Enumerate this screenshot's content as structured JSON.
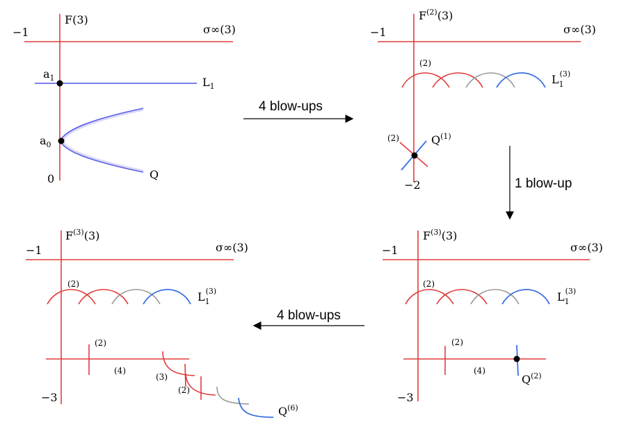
{
  "colors": {
    "red": "#e23a3a",
    "blue": "#3a6fe0",
    "violet": "#4f56e6",
    "gray": "#9a9a9a",
    "black": "#000000"
  },
  "panel1": {
    "F_label": "F(3)",
    "sigma_label": "σ∞(3)",
    "minus1": "−1",
    "a1": "a",
    "a1_sub": "1",
    "L1": "L",
    "L1_sub": "1",
    "a0": "a",
    "a0_sub": "0",
    "Q": "Q",
    "zero": "0"
  },
  "panel2": {
    "F_label": "F",
    "F_sup": "(2)",
    "F_arg": "(3)",
    "sigma_label": "σ∞(3)",
    "minus1": "−1",
    "mult": "(2)",
    "L1": "L",
    "L1_sub": "1",
    "L1_sup": "(3)",
    "Q": "Q",
    "Q_sup": "(1)",
    "mult_q": "(2)",
    "minus2": "−2"
  },
  "panel3": {
    "F_label": "F",
    "F_sup": "(3)",
    "F_arg": "(3)",
    "sigma_label": "σ∞(3)",
    "minus1": "−1",
    "mult": "(2)",
    "L1": "L",
    "L1_sub": "1",
    "L1_sup": "(3)",
    "mult_v": "(2)",
    "mult4": "(4)",
    "Q": "Q",
    "Q_sup": "(2)",
    "minus3": "−3"
  },
  "panel4": {
    "F_label": "F",
    "F_sup": "(3)",
    "F_arg": "(3)",
    "sigma_label": "σ∞(3)",
    "minus1": "−1",
    "mult": "(2)",
    "L1": "L",
    "L1_sub": "1",
    "L1_sup": "(3)",
    "mult_v": "(2)",
    "mult4": "(4)",
    "mult3": "(3)",
    "mult2b": "(2)",
    "Q": "Q",
    "Q_sup": "(6)",
    "minus3": "−3"
  },
  "arrows": {
    "a_right": "4 blow-ups",
    "a_down": "1 blow-up",
    "a_left": "4 blow-ups"
  }
}
